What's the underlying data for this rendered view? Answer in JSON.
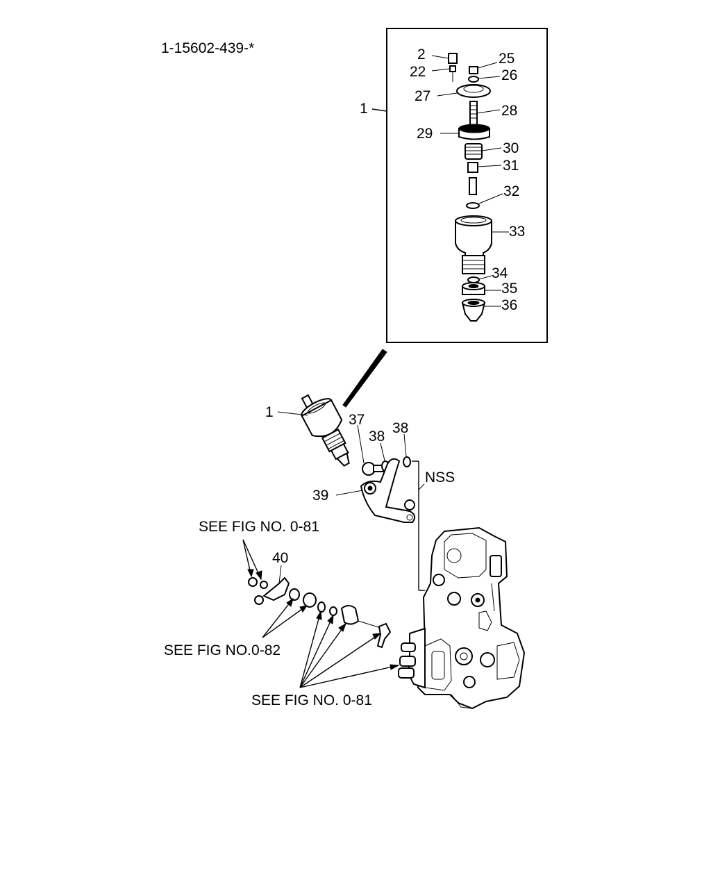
{
  "diagram": {
    "part_number": "1-15602-439-*",
    "callouts": {
      "c1_inset": "1",
      "c2": "2",
      "c22": "22",
      "c25": "25",
      "c26": "26",
      "c27": "27",
      "c28": "28",
      "c29": "29",
      "c30": "30",
      "c31": "31",
      "c32": "32",
      "c33": "33",
      "c34": "34",
      "c35": "35",
      "c36": "36",
      "c1_main": "1",
      "c37": "37",
      "c38a": "38",
      "c38b": "38",
      "c39": "39",
      "c40": "40",
      "nss": "NSS"
    },
    "references": {
      "see_081_top": "SEE FIG NO. 0-81",
      "see_082": "SEE FIG NO.0-82",
      "see_081_bottom": "SEE FIG NO. 0-81"
    }
  }
}
